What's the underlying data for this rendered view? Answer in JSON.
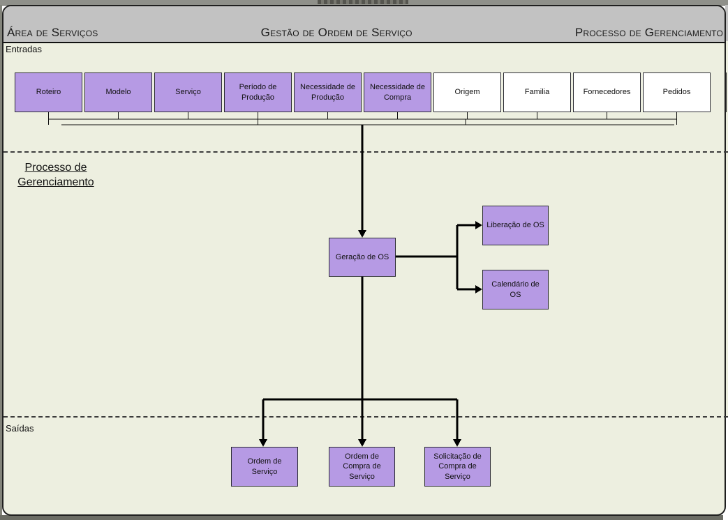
{
  "header": {
    "left_title": "Área de Serviços",
    "center_title": "Gestão de Ordem de Serviço",
    "right_title": "Processo de Gerenciamento"
  },
  "sections": {
    "inputs_label": "Entradas",
    "process_label_line1": "Processo de",
    "process_label_line2": "Gerenciamento",
    "outputs_label": "Saídas"
  },
  "diagram": {
    "input_boxes": [
      {
        "label": "Roteiro",
        "highlighted": true
      },
      {
        "label": "Modelo",
        "highlighted": true
      },
      {
        "label": "Serviço",
        "highlighted": true
      },
      {
        "label": "Período de Produção",
        "highlighted": true
      },
      {
        "label": "Necessidade de Produção",
        "highlighted": true
      },
      {
        "label": "Necessidade de Compra",
        "highlighted": true
      },
      {
        "label": "Origem",
        "highlighted": false
      },
      {
        "label": "Familia",
        "highlighted": false
      },
      {
        "label": "Fornecedores",
        "highlighted": false
      },
      {
        "label": "Pedidos",
        "highlighted": false
      }
    ],
    "process_box": {
      "label": "Geração de OS"
    },
    "side_boxes": [
      {
        "label": "Liberação de OS"
      },
      {
        "label": "Calendário de OS"
      }
    ],
    "output_boxes": [
      {
        "label": "Ordem de Serviço"
      },
      {
        "label": "Ordem de Compra de Serviço"
      },
      {
        "label": "Solicitação de Compra de Serviço"
      }
    ]
  },
  "colors": {
    "box_purple": "#b69ae4",
    "box_white": "#ffffff",
    "canvas_background": "#edefe0",
    "header_gray": "#c2c2c2",
    "connector": "#000000",
    "panel_border": "#1f1f1f"
  }
}
